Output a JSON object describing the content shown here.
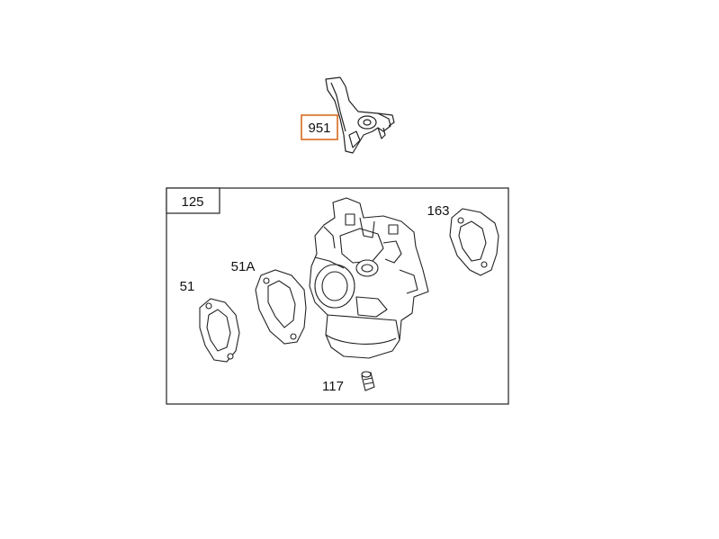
{
  "accent_color": "#d96a1e",
  "callout": {
    "label": "951"
  },
  "assembly": {
    "label": "125"
  },
  "parts": {
    "p163": "163",
    "p51A": "51A",
    "p51": "51",
    "p117": "117"
  },
  "icons": [
    "throttle-lever-icon",
    "carburetor-icon",
    "gasket-icon",
    "nozzle-icon"
  ]
}
